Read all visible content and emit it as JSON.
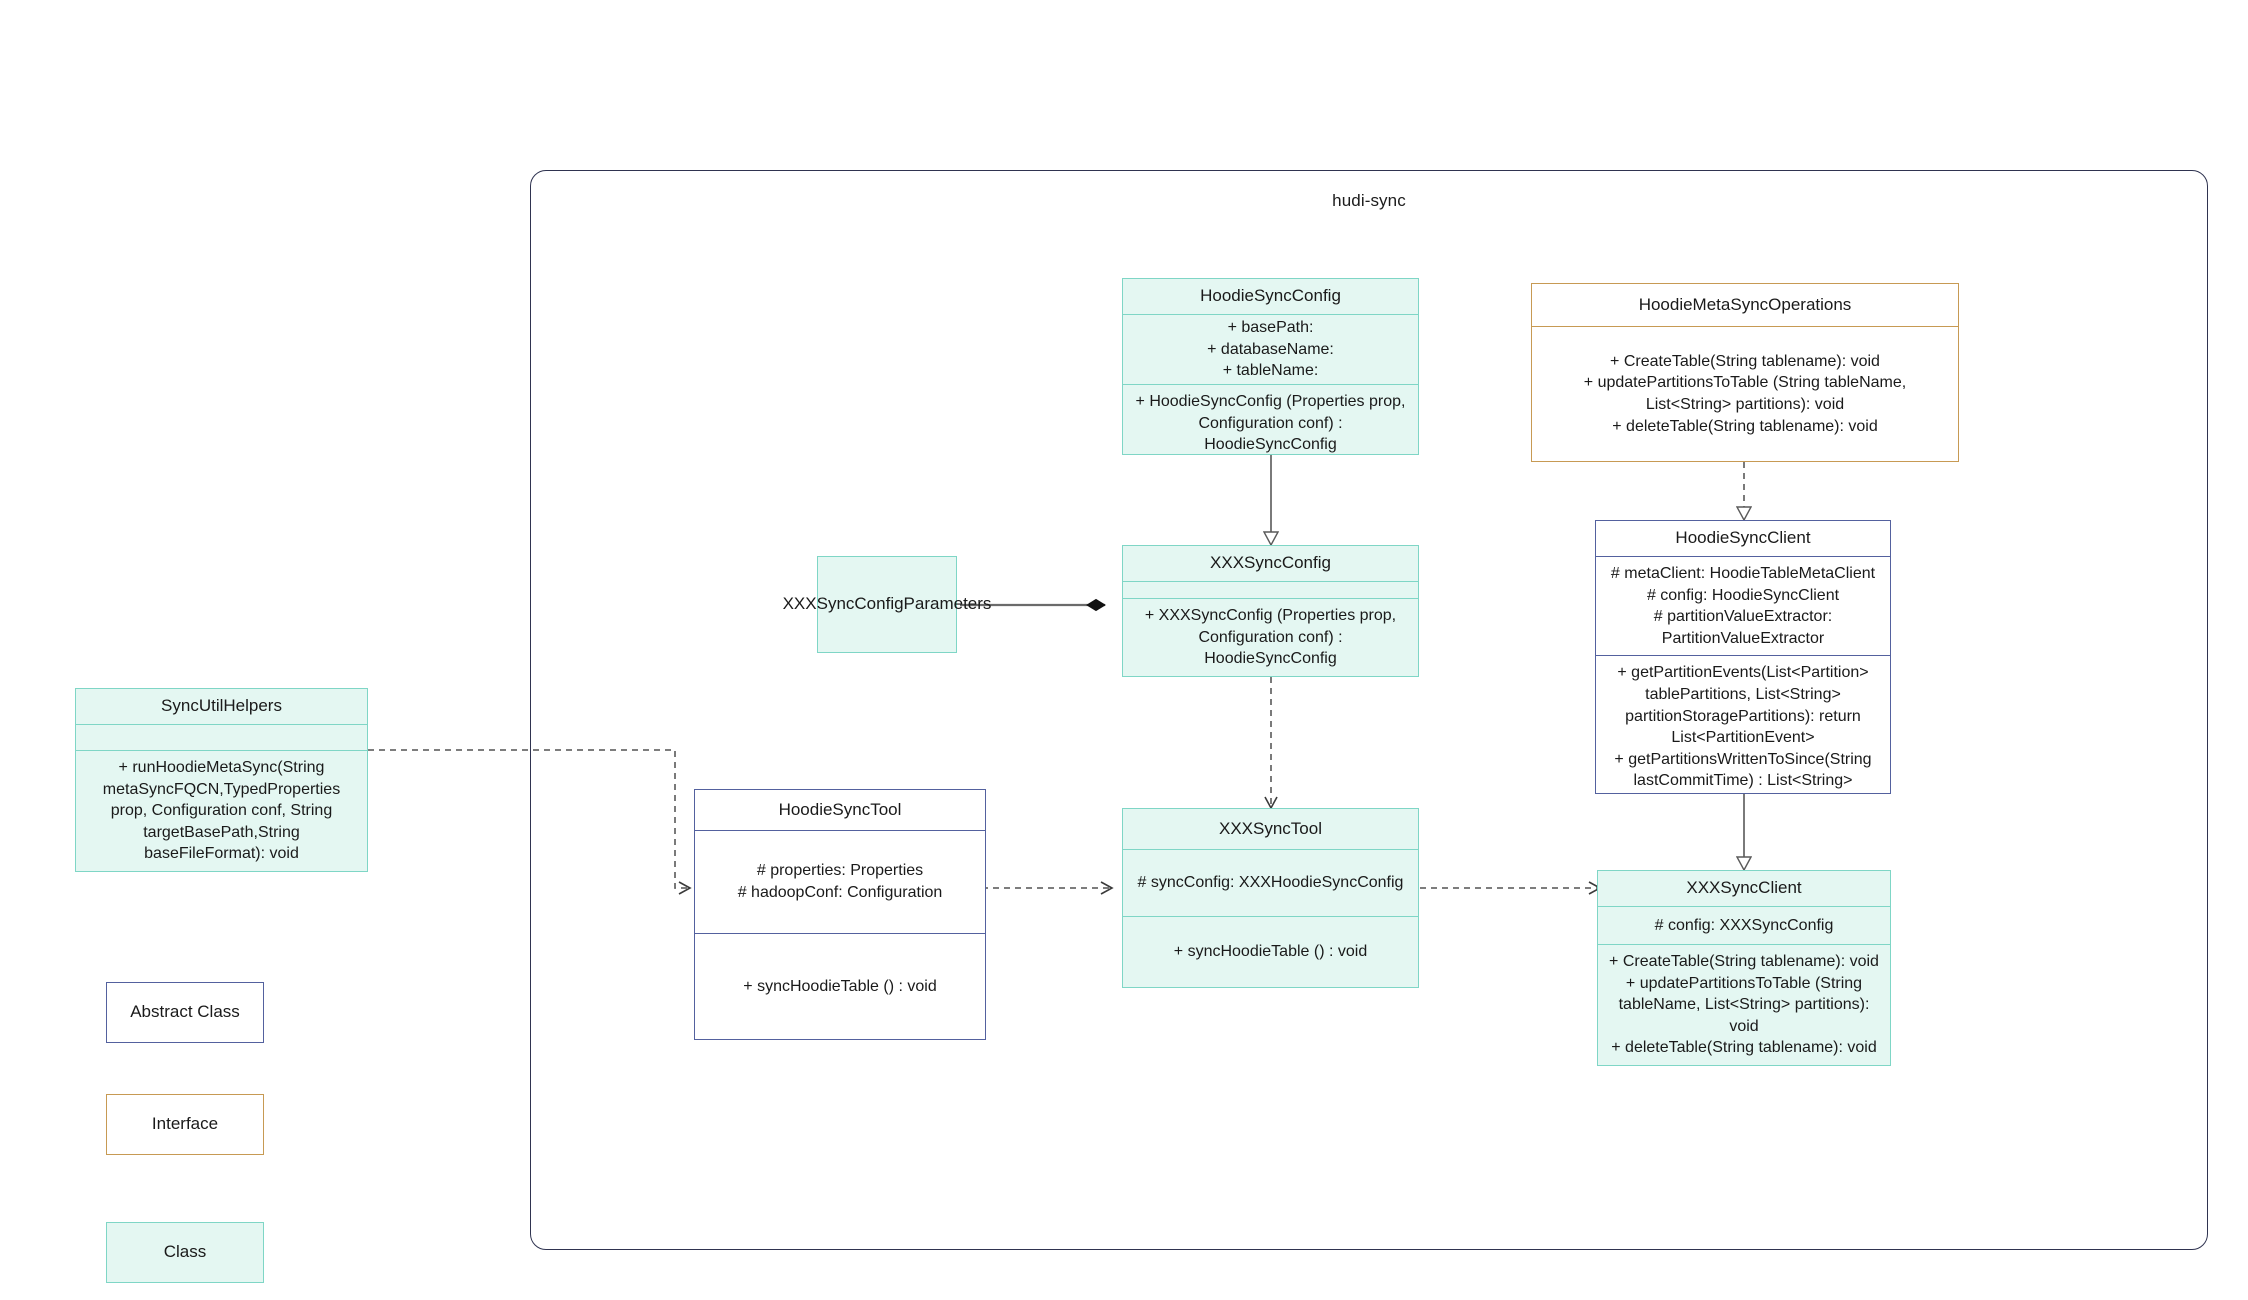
{
  "package": {
    "title": "hudi-sync"
  },
  "legend": [
    {
      "id": "abstract-class",
      "label": "Abstract Class",
      "kind": "abstract"
    },
    {
      "id": "interface",
      "label": "Interface",
      "kind": "interface"
    },
    {
      "id": "class",
      "label": "Class",
      "kind": "class"
    }
  ],
  "colors": {
    "class_fill": "#e4f7f2",
    "class_border": "#7fd6c6",
    "abstract_border": "#53619e",
    "interface_border": "#c79a53",
    "package_border": "#2f3350",
    "edge": "#6b6b6b",
    "text": "#1a1a1a"
  },
  "classes": {
    "sync_util_helpers": {
      "name": "SyncUtilHelpers",
      "attributes": "",
      "methods": "+     runHoodieMetaSync(String metaSyncFQCN,TypedProperties prop, Configuration conf, String targetBasePath,String baseFileFormat): void"
    },
    "hoodie_sync_config": {
      "name": "HoodieSyncConfig",
      "attributes": "+    basePath:\n+   databaseName:\n+    tableName:",
      "methods": "+   HoodieSyncConfig (Properties prop, Configuration conf) : HoodieSyncConfig"
    },
    "xxx_sync_config_parameters": {
      "name": "XXXSyncConfigParameters"
    },
    "xxx_sync_config": {
      "name": "XXXSyncConfig",
      "attributes": "",
      "methods": "+   XXXSyncConfig (Properties prop, Configuration conf) : HoodieSyncConfig"
    },
    "hoodie_meta_sync_operations": {
      "name": "HoodieMetaSyncOperations",
      "methods": "+     CreateTable(String tablename): void\n+    updatePartitionsToTable (String tableName, List<String> partitions): void\n+     deleteTable(String tablename): void"
    },
    "hoodie_sync_client": {
      "name": "HoodieSyncClient",
      "attributes": "#   metaClient: HoodieTableMetaClient\n#    config: HoodieSyncClient\n#     partitionValueExtractor: PartitionValueExtractor",
      "methods": "+    getPartitionEvents(List<Partition> tablePartitions, List<String> partitionStoragePartitions): return List<PartitionEvent>\n+   getPartitionsWrittenToSince(String lastCommitTime) : List<String>"
    },
    "hoodie_sync_tool": {
      "name": "HoodieSyncTool",
      "attributes": "#   properties: Properties\n#   hadoopConf: Configuration",
      "methods": "+   syncHoodieTable () : void"
    },
    "xxx_sync_tool": {
      "name": "XXXSyncTool",
      "attributes": "#   syncConfig: XXXHoodieSyncConfig",
      "methods": "+   syncHoodieTable () : void"
    },
    "xxx_sync_client": {
      "name": "XXXSyncClient",
      "attributes": "#    config: XXXSyncConfig",
      "methods": "+    CreateTable(String tablename): void\n+    updatePartitionsToTable (String tableName, List<String> partitions): void\n+    deleteTable(String tablename): void"
    }
  },
  "relationships": [
    {
      "id": "hoodiesyncconfig-to-xxxsyncconfig",
      "type": "generalization",
      "from": "HoodieSyncConfig",
      "to": "XXXSyncConfig"
    },
    {
      "id": "xxxsyncconfigparameters-to-xxxsyncconfig",
      "type": "composition",
      "from": "XXXSyncConfigParameters",
      "to": "XXXSyncConfig"
    },
    {
      "id": "hoodiemetasyncoperations-to-hoodiesyncclient",
      "type": "realization",
      "from": "HoodieMetaSyncOperations",
      "to": "HoodieSyncClient"
    },
    {
      "id": "hoodiesyncclient-to-xxxsyncclient",
      "type": "generalization",
      "from": "HoodieSyncClient",
      "to": "XXXSyncClient"
    },
    {
      "id": "xxxsyncconfig-to-xxxsynctool",
      "type": "dependency",
      "from": "XXXSyncConfig",
      "to": "XXXSyncTool"
    },
    {
      "id": "syncutilhelpers-to-hoodiesynctool",
      "type": "dependency",
      "from": "SyncUtilHelpers",
      "to": "HoodieSyncTool"
    },
    {
      "id": "hoodiesynctool-to-xxxsynctool",
      "type": "dependency",
      "from": "HoodieSyncTool",
      "to": "XXXSyncTool"
    },
    {
      "id": "xxxsynctool-to-xxxsyncclient",
      "type": "dependency",
      "from": "XXXSyncTool",
      "to": "XXXSyncClient"
    }
  ]
}
